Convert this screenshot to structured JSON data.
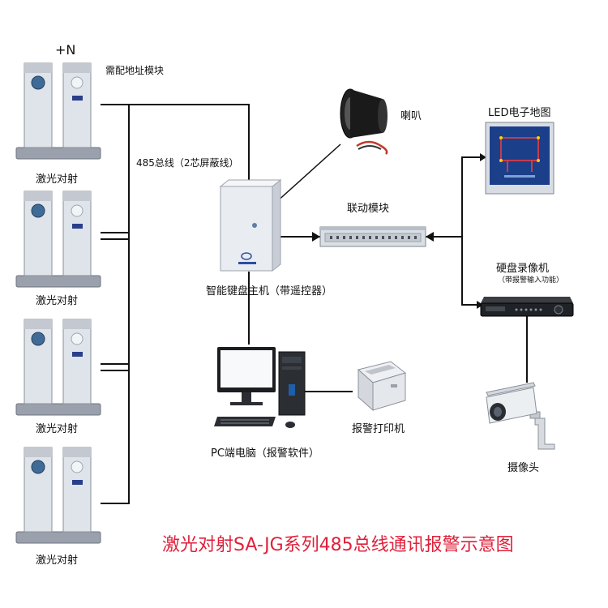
{
  "top_mark": "+N",
  "labels": {
    "address_module": "需配地址模块",
    "bus": "485总线（2芯屏蔽线）",
    "laser": "激光对射",
    "speaker": "喇叭",
    "led_map": "LED电子地图",
    "linkage": "联动模块",
    "dvr": "硬盘录像机",
    "dvr_note": "（带报警输入功能）",
    "host": "智能键盘主机（带遥控器）",
    "pc": "PC端电脑（报警软件）",
    "printer": "报警打印机",
    "camera": "摄像头"
  },
  "caption": "激光对射SA-JG系列485总线通讯报警示意图",
  "colors": {
    "caption": "#e0203a",
    "wire": "#111111",
    "pillar": "#c9ced6",
    "led_screen": "#1c3f8a"
  }
}
